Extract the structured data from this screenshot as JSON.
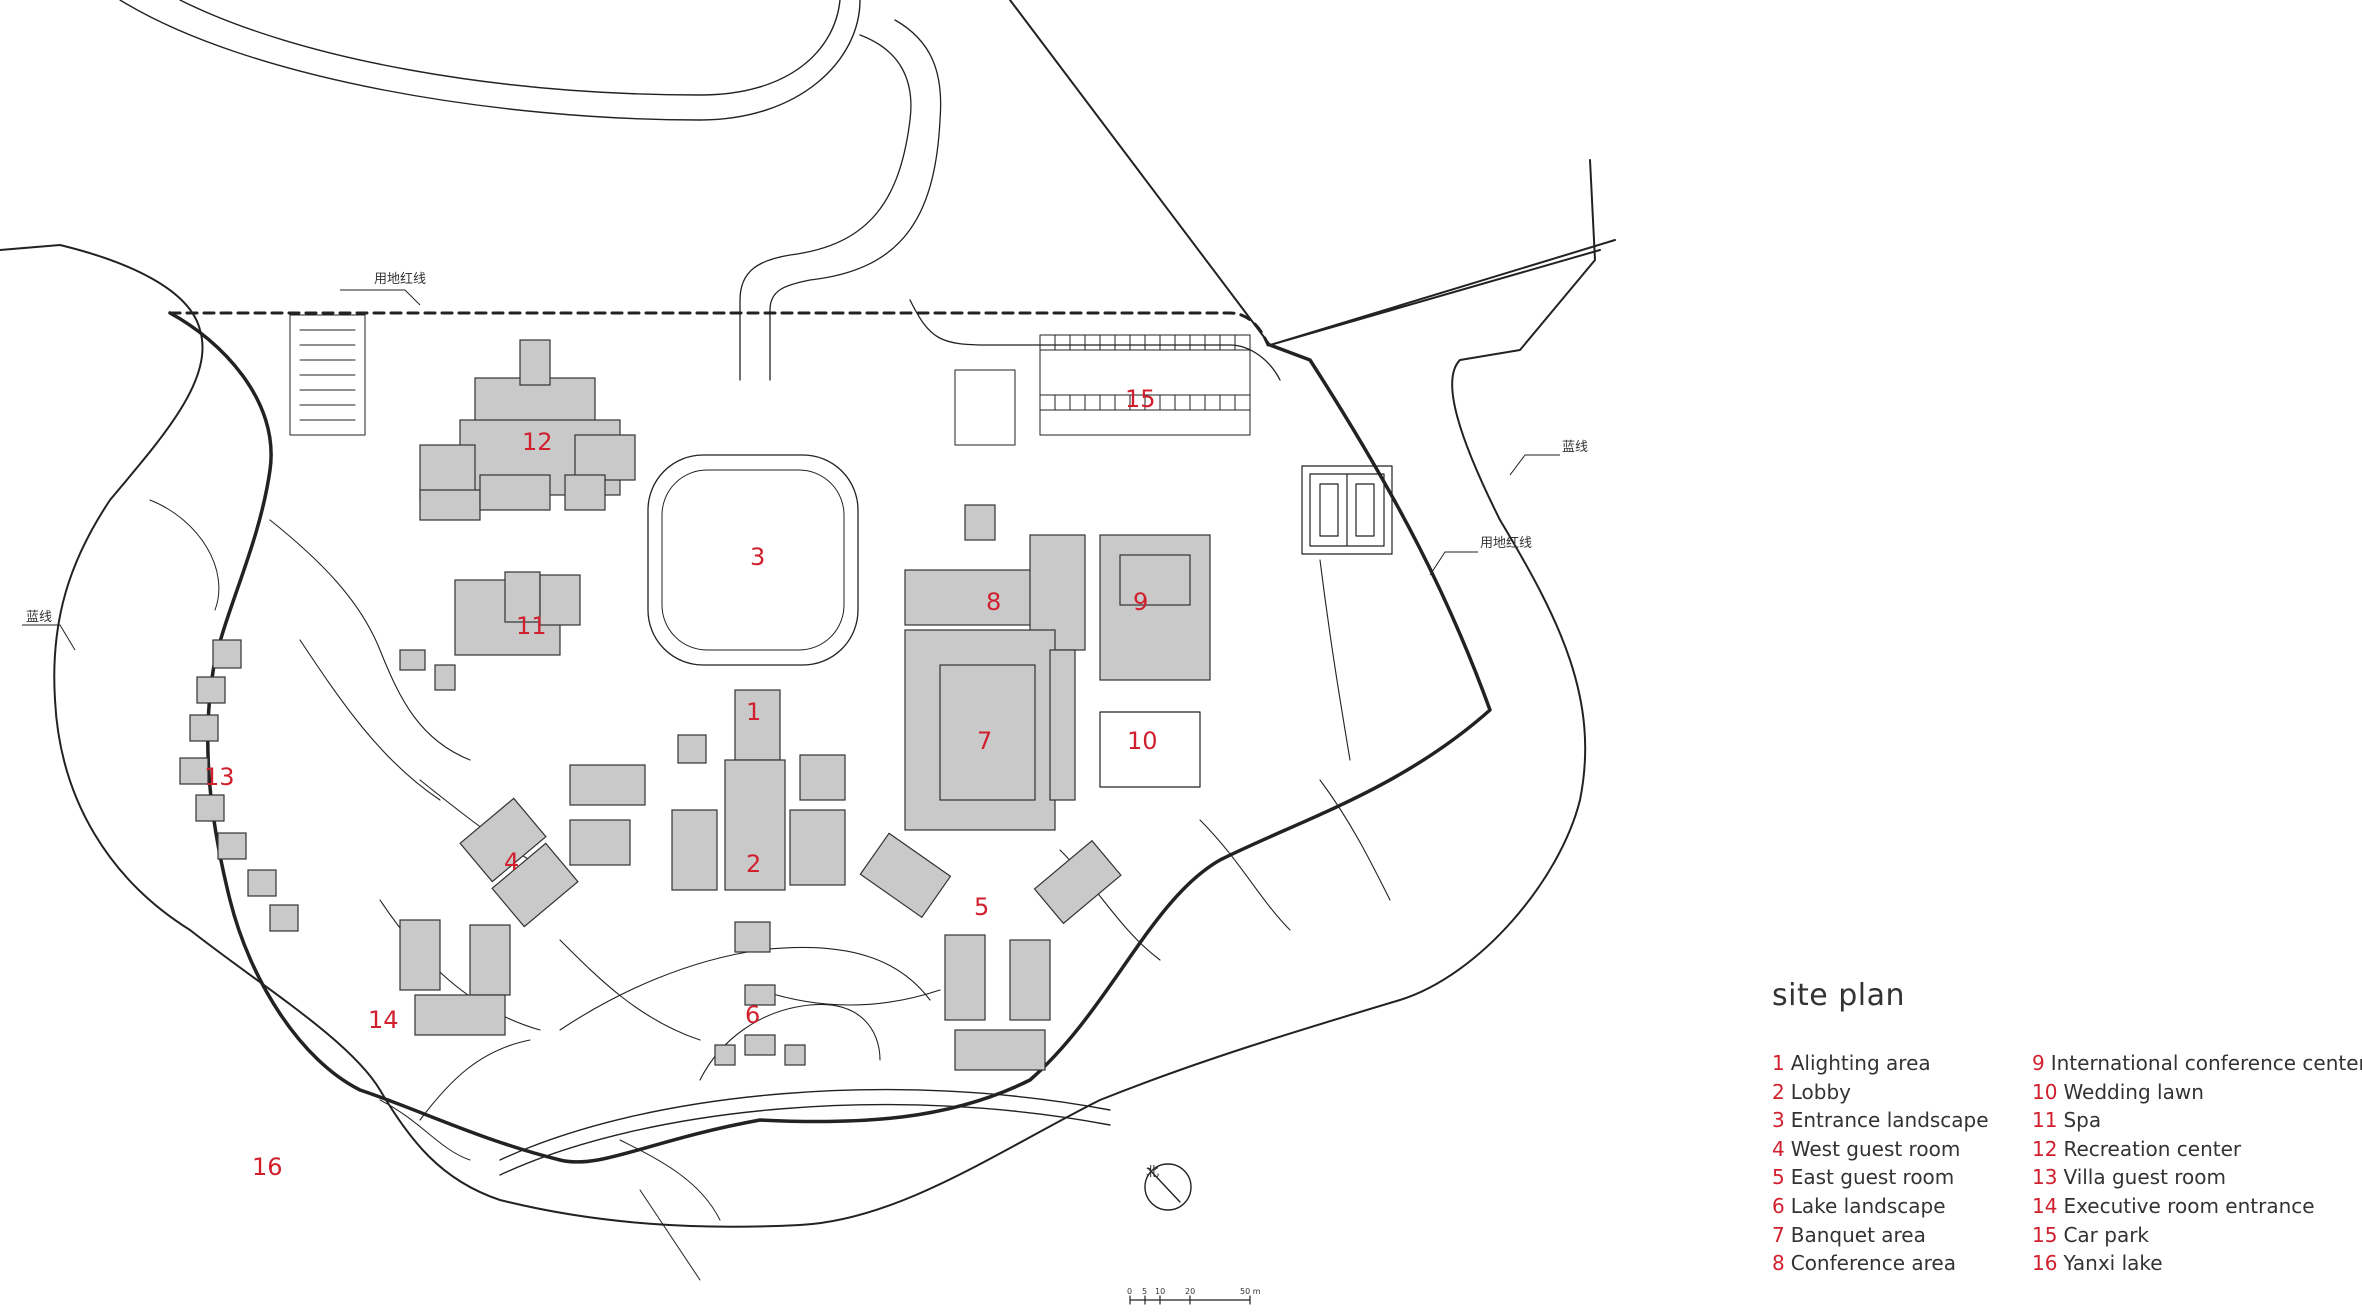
{
  "legend": {
    "title": "site plan",
    "items": [
      {
        "num": "1",
        "label": "Alighting area"
      },
      {
        "num": "2",
        "label": "Lobby"
      },
      {
        "num": "3",
        "label": "Entrance landscape"
      },
      {
        "num": "4",
        "label": "West guest room"
      },
      {
        "num": "5",
        "label": "East guest room"
      },
      {
        "num": "6",
        "label": "Lake landscape"
      },
      {
        "num": "7",
        "label": "Banquet area"
      },
      {
        "num": "8",
        "label": "Conference area"
      },
      {
        "num": "9",
        "label": "International conference center"
      },
      {
        "num": "10",
        "label": "Wedding lawn"
      },
      {
        "num": "11",
        "label": "Spa"
      },
      {
        "num": "12",
        "label": "Recreation center"
      },
      {
        "num": "13",
        "label": "Villa guest room"
      },
      {
        "num": "14",
        "label": "Executive room entrance"
      },
      {
        "num": "15",
        "label": "Car park"
      },
      {
        "num": "16",
        "label": "Yanxi lake"
      }
    ]
  },
  "map_labels": {
    "l1": "1",
    "l2": "2",
    "l3": "3",
    "l4": "4",
    "l5": "5",
    "l6": "6",
    "l7": "7",
    "l8": "8",
    "l9": "9",
    "l10": "10",
    "l11": "11",
    "l12": "12",
    "l13": "13",
    "l14": "14",
    "l15": "15",
    "l16": "16"
  },
  "annotations": {
    "red_line_1": "用地红线",
    "red_line_2": "用地红线",
    "blue_line_1": "蓝线",
    "blue_line_2": "蓝线",
    "north": "北"
  },
  "scale_bar": {
    "t0": "0",
    "t5": "5",
    "t10": "10",
    "t20": "20",
    "t50": "50 m"
  },
  "colors": {
    "label_red": "#d0202e",
    "roof_gray": "#c9c9c9",
    "line": "#333333"
  }
}
